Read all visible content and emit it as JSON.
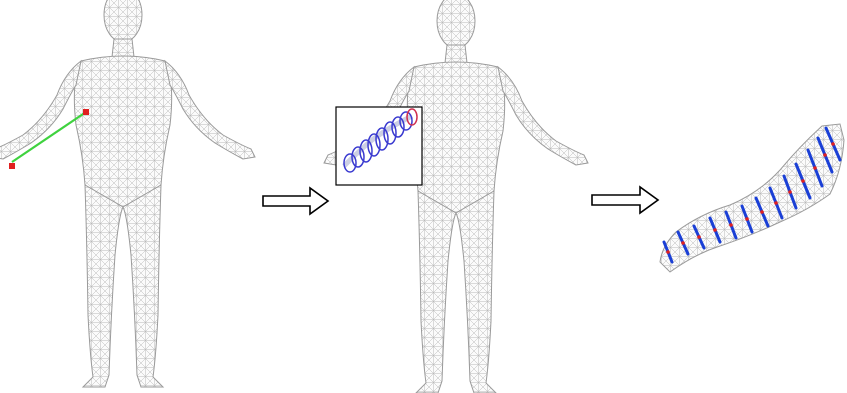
{
  "figure": {
    "panels": [
      {
        "id": "mesh-with-measure-line",
        "overlay": "measurement-line",
        "markers": [
          "shoulder-marker",
          "wrist-marker"
        ]
      },
      {
        "id": "mesh-with-selected-arm",
        "overlay": "coil-loops-in-box"
      },
      {
        "id": "arm-segment-detail",
        "overlay": "cross-section-rings"
      }
    ],
    "arrows": [
      "step-arrow",
      "step-arrow"
    ],
    "colors": {
      "mesh_stroke": "#9a9a9a",
      "mesh_fill": "#fbfbfb",
      "measure_line": "#3fd23f",
      "marker": "#e02020",
      "coil": "#3a3ad0",
      "coil_accent": "#d03050",
      "ring": "#1a3fd6",
      "ring_point": "#e02020",
      "frame": "#000000"
    }
  }
}
